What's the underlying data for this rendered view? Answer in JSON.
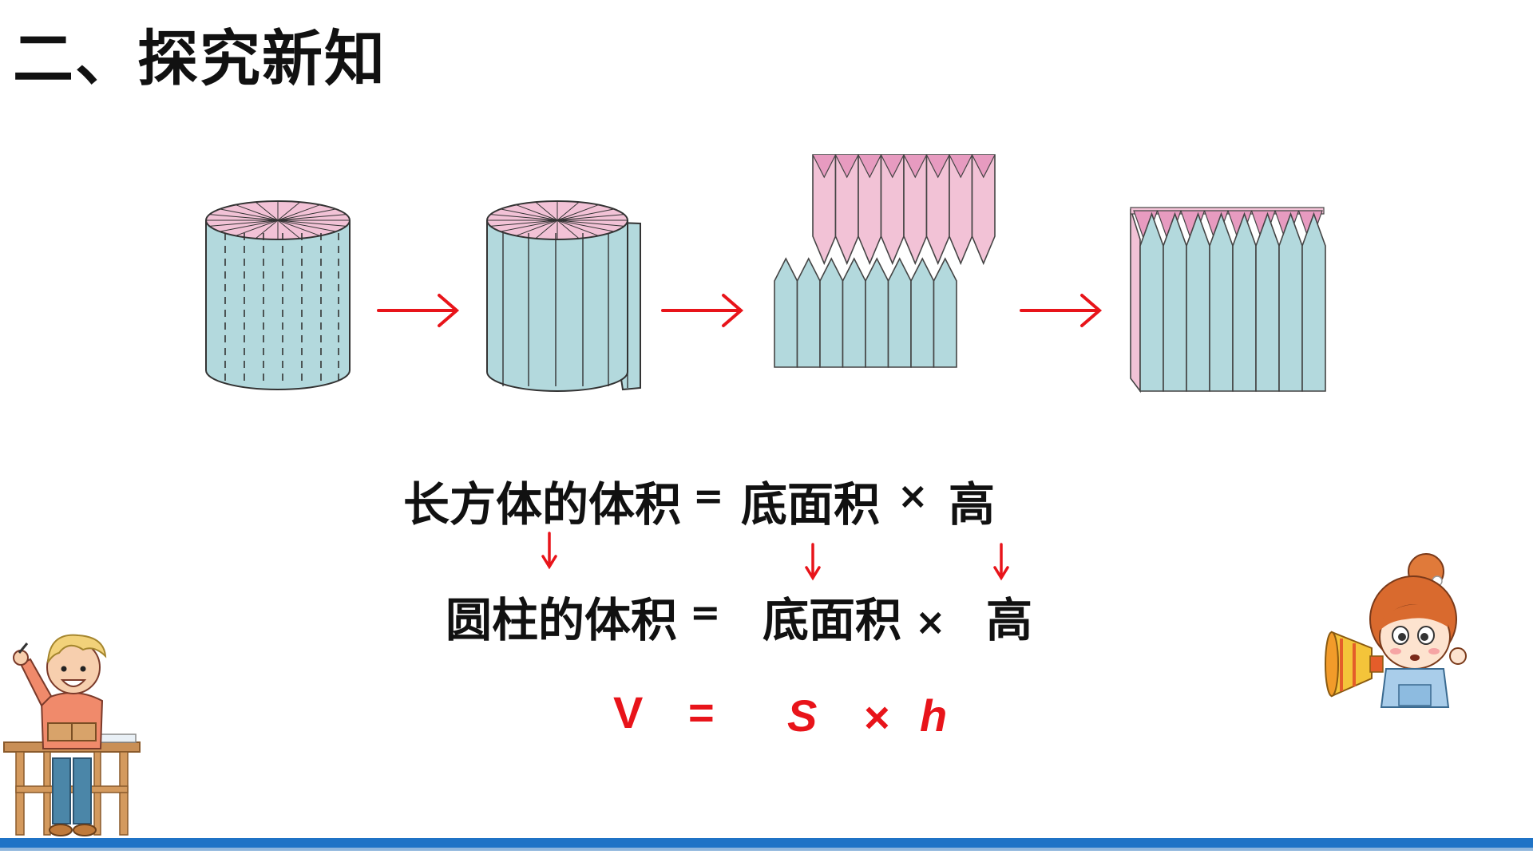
{
  "title": "二、探究新知",
  "row1": {
    "term1": "长方体的体积",
    "eq": "=",
    "term2": "底面积",
    "times": "×",
    "term3": "高"
  },
  "row2": {
    "term1": "圆柱的体积",
    "eq": "=",
    "term2": "底面积",
    "times": "×",
    "term3": "高"
  },
  "row3": {
    "v": "V",
    "eq": "=",
    "s": "S",
    "times": "×",
    "h": "h"
  },
  "colors": {
    "accent_red": "#e8141a",
    "side_fill": "#b3d9dd",
    "top_fill": "#f2c2d6",
    "bar_blue": "#1f73c6"
  }
}
